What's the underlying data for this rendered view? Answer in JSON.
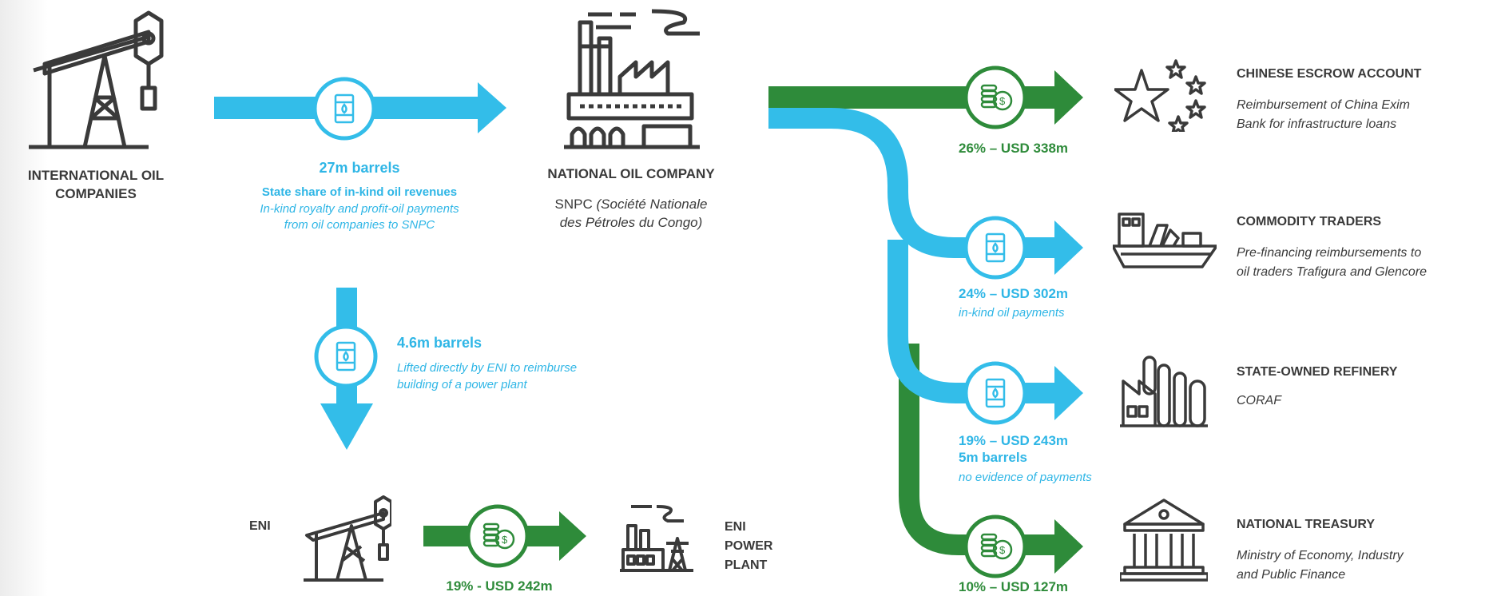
{
  "colors": {
    "blue": "#33bde9",
    "green": "#2e8b3a",
    "dark": "#3a3a3a"
  },
  "ioc": {
    "label_line1": "INTERNATIONAL OIL",
    "label_line2": "COMPANIES",
    "icon": "oil-pump-icon"
  },
  "flow_ioc_snpc": {
    "volume": "27m barrels",
    "title": "State share of in-kind oil revenues",
    "note_line1": "In-kind royalty and profit-oil payments",
    "note_line2": "from oil companies to SNPC",
    "icon": "oil-barrel-icon"
  },
  "noc": {
    "label": "NATIONAL OIL COMPANY",
    "name_prefix": "SNPC ",
    "name_italic_line1": "(Société Nationale",
    "name_italic_line2": "des Pétroles du Congo)",
    "icon": "refinery-factory-icon"
  },
  "flow_eni_lift": {
    "volume": "4.6m barrels",
    "note_line1": "Lifted directly by ENI to reimburse",
    "note_line2": "building of a power plant",
    "icon": "oil-barrel-icon"
  },
  "eni": {
    "label": "ENI",
    "icon": "oil-pump-icon",
    "payment": "19% - USD 242m",
    "payment_icon": "coins-icon"
  },
  "eni_plant": {
    "line1": "ENI",
    "line2": "POWER",
    "line3": "PLANT",
    "icon": "power-plant-icon"
  },
  "destinations": [
    {
      "share": "26% – USD 338m",
      "extra": "",
      "note": "",
      "flow": "green",
      "icon": "coins-icon",
      "name": "CHINESE ESCROW ACCOUNT",
      "desc_line1": "Reimbursement of China Exim",
      "desc_line2": "Bank for infrastructure loans",
      "dest_icon": "china-flag-stars-icon"
    },
    {
      "share": "24% – USD 302m",
      "extra": "",
      "note": "in-kind oil payments",
      "flow": "blue",
      "icon": "oil-barrel-icon",
      "name": "COMMODITY TRADERS",
      "desc_line1": "Pre-financing reimbursements to",
      "desc_line2": "oil traders Trafigura and Glencore",
      "dest_icon": "cargo-ship-icon"
    },
    {
      "share": "19% – USD 243m",
      "extra": "5m barrels",
      "note": "no evidence of payments",
      "flow": "blue",
      "icon": "oil-barrel-icon",
      "name": "STATE-OWNED REFINERY",
      "desc_line1": "CORAF",
      "desc_line2": "",
      "dest_icon": "refinery-icon"
    },
    {
      "share": "10% – USD 127m",
      "extra": "",
      "note": "",
      "flow": "green",
      "icon": "coins-icon",
      "name": "NATIONAL TREASURY",
      "desc_line1": "Ministry of Economy, Industry",
      "desc_line2": "and Public Finance",
      "dest_icon": "government-building-icon"
    }
  ]
}
